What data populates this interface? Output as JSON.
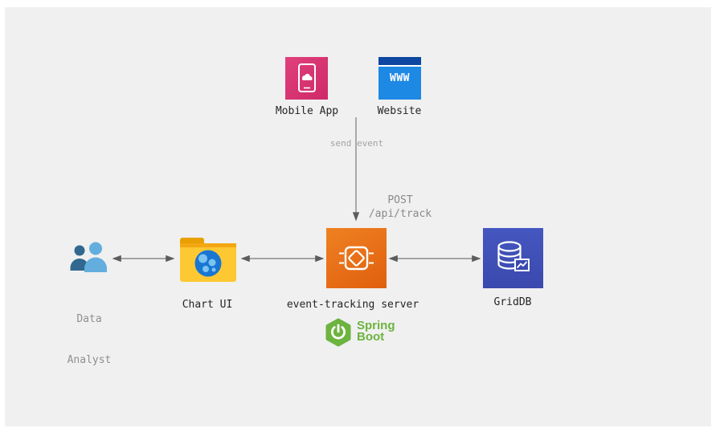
{
  "nodes": {
    "mobile_app": {
      "label": "Mobile App"
    },
    "website": {
      "label": "Website",
      "banner_text": "WWW"
    },
    "data_analyst": {
      "line1": "Data",
      "line2": "Analyst"
    },
    "chart_ui": {
      "label": "Chart UI"
    },
    "server": {
      "label": "event-tracking server"
    },
    "griddb": {
      "label": "GridDB"
    },
    "spring_boot": {
      "line1": "Spring",
      "line2": "Boot"
    }
  },
  "edges": {
    "send_event_label": "send event",
    "post_line1": "POST",
    "post_line2": "/api/track"
  },
  "colors": {
    "bg": "#f0f0f0",
    "mobile_pink": "#e0407c",
    "mobile_pink_dark": "#cf2a68",
    "website_blue": "#1e88e5",
    "website_navy": "#0d47a1",
    "folder_yellow": "#fec832",
    "folder_amber": "#e8a000",
    "server_orange": "#ef8122",
    "server_orange_dark": "#e05f0e",
    "griddb_indigo": "#3a49ae",
    "spring_green": "#6db33f",
    "globe_blue": "#1976d2",
    "globe_land": "#7cc3f2",
    "person_dark": "#31688f",
    "person_light": "#63aede",
    "arrow_gray": "#8b8b8b",
    "arrowhead_gray": "#5c5c5c",
    "label_dark": "#262626",
    "label_gray": "#8f8f8f",
    "edge_text_gray": "#8a8a8a"
  }
}
